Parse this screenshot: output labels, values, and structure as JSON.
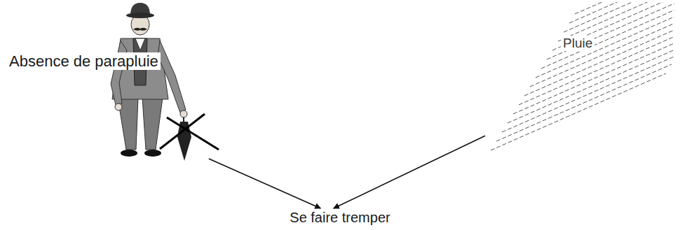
{
  "diagram": {
    "nodes": [
      {
        "text": [
          "Absence de parapluie"
        ]
      },
      {
        "text": [
          "Pluie"
        ]
      },
      {
        "text": [
          "Se faire tremper"
        ]
      }
    ],
    "edges": [
      {
        "from": 0,
        "to": 2,
        "arrow": "to"
      },
      {
        "from": 1,
        "to": 2,
        "arrow": "to"
      }
    ]
  }
}
